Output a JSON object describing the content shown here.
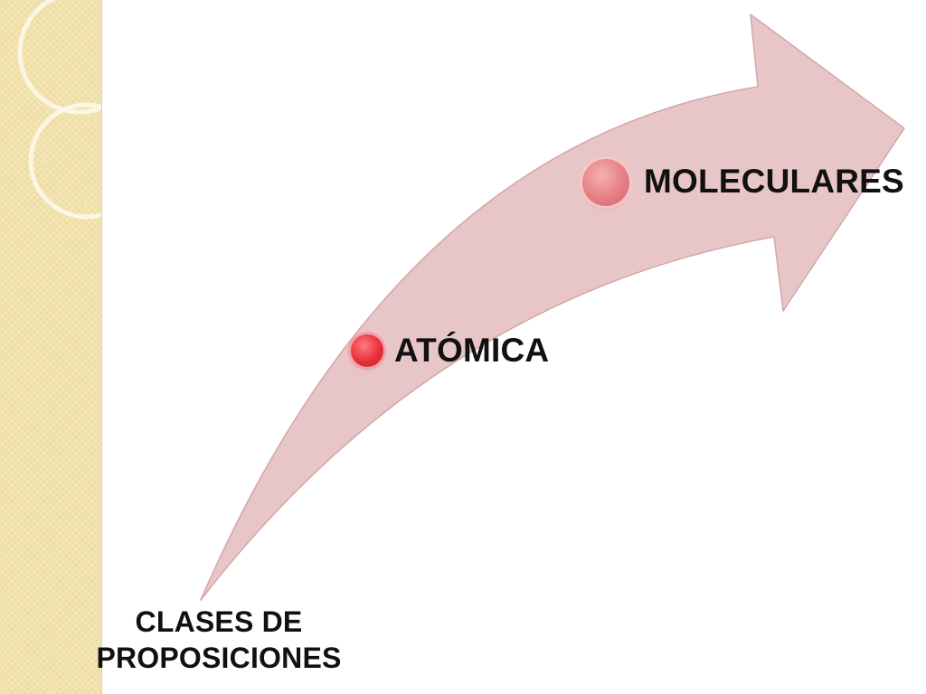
{
  "diagram": {
    "stages": [
      {
        "label": "ATÓMICA"
      },
      {
        "label": "MOLECULARES"
      }
    ],
    "root_label": "CLASES DE PROPOSICIONES"
  },
  "colors": {
    "arrow_fill": "#e8c6c8",
    "arrow_stroke": "#d4a6a9",
    "dot_atomic": "#e8303a",
    "dot_molecular": "#e47b80",
    "side_band": "#f4e6b4"
  }
}
